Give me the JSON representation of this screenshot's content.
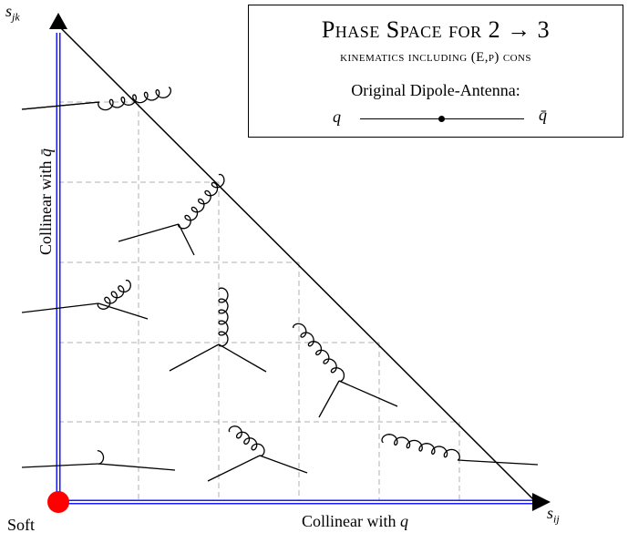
{
  "title": {
    "line1_text": "Phase Space for",
    "line1_math": "2 → 3",
    "line2": "kinematics including (E,p) cons",
    "line3": "Original Dipole-Antenna:",
    "q": "q",
    "qbar": "q̄"
  },
  "axes": {
    "y_label": "s",
    "y_sub": "jk",
    "x_label": "s",
    "x_sub": "ij",
    "x_caption": "Collinear with",
    "x_caption_var": "q",
    "y_caption": "Collinear with",
    "y_caption_var": "q̄",
    "origin_label": "Soft"
  },
  "colors": {
    "axis_blue": "#1a1aff",
    "grid": "#b0b0b0",
    "soft_dot": "#ff0000"
  }
}
